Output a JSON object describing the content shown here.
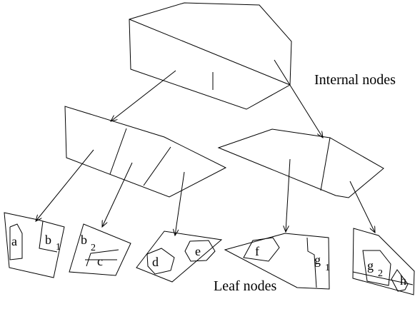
{
  "labels": {
    "internal_nodes": "Internal nodes",
    "leaf_nodes": "Leaf nodes"
  },
  "cells": {
    "a": "a",
    "b1": "b",
    "b1_sub": "1",
    "b2": "b",
    "b2_sub": "2",
    "c": "c",
    "d": "d",
    "e": "e",
    "f": "f",
    "g1": "g",
    "g1_sub": "1",
    "g2": "g",
    "g2_sub": "2",
    "h": "h"
  }
}
